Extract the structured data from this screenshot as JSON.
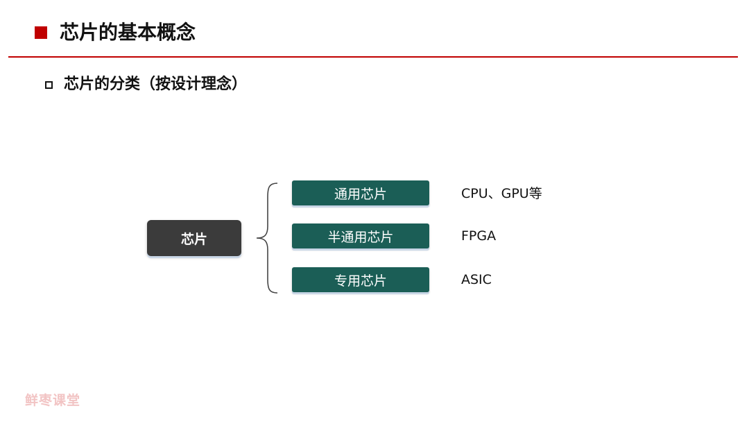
{
  "header": {
    "title": "芯片的基本概念"
  },
  "section": {
    "subtitle": "芯片的分类（按设计理念）"
  },
  "diagram": {
    "root_label": "芯片",
    "branches": [
      {
        "label": "通用芯片",
        "note": "CPU、GPU等"
      },
      {
        "label": "半通用芯片",
        "note": "FPGA"
      },
      {
        "label": "专用芯片",
        "note": "ASIC"
      }
    ]
  },
  "watermark": {
    "text": "鲜枣课堂"
  },
  "colors": {
    "accent_red": "#c00000",
    "branch_teal": "#1b5e56",
    "root_dark": "#3b3b3b"
  }
}
